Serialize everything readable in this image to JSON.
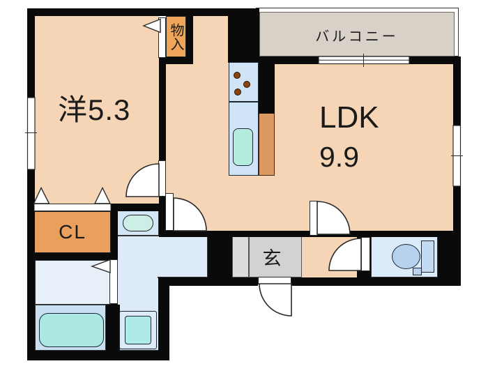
{
  "floorplan": {
    "title": "apartment-floorplan-1ldk",
    "rooms": {
      "western_room": {
        "label": "洋5.3"
      },
      "ldk": {
        "name": "LDK",
        "size": "9.9"
      },
      "balcony": {
        "label": "バルコニー"
      },
      "storage": {
        "label": "物入"
      },
      "closet": {
        "label": "CL"
      },
      "entrance": {
        "label": "玄"
      }
    },
    "colors": {
      "wall_black": "#0a0a0a",
      "floor_peach": "#f5d5b5",
      "balcony_gray": "#d8d1c8",
      "storage_orange": "#efa559",
      "counter_orange": "#dc9a62",
      "kitchen_blue": "#cfe4f7",
      "fixture_cyan": "#ace8e2",
      "hall_blue": "#dcebf7",
      "washroom_blue": "#e7f0f9",
      "bathroom_blue": "#c9dff2",
      "toilet_blue": "#dcebfa",
      "genkan_gray": "#d2d2d2"
    }
  }
}
